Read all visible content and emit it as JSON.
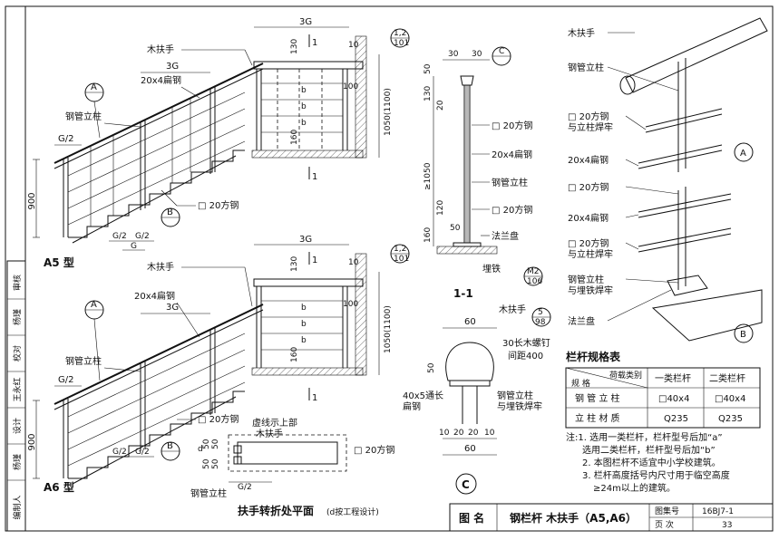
{
  "side_panel": {
    "labels": [
      "审核",
      "杨瑾",
      "校对",
      "王永红",
      "设计",
      "杨瑾",
      "编制人"
    ]
  },
  "views": {
    "a5": {
      "type": "A5 型",
      "handrail": "木扶手",
      "post": "钢管立柱",
      "flat_steel": "20x4扁钢",
      "square_steel": "□ 20方钢",
      "dim_3g": "3G",
      "dim_g2": "G/2",
      "dim_g": "G",
      "dim_900": "900",
      "callout_a": "A",
      "callout_b": "B"
    },
    "a6": {
      "type": "A6 型",
      "handrail": "木扶手",
      "post": "钢管立柱",
      "flat_steel": "20x4扁钢",
      "square_steel": "□ 20方钢",
      "dim_3g": "3G",
      "dim_g2": "G/2",
      "dim_900": "900",
      "callout_a": "A",
      "callout_b": "B"
    },
    "elevation": {
      "dim_3g": "3G",
      "dim_130": "130",
      "dim_10": "10",
      "dim_100": "100",
      "dim_160": "160",
      "dim_1050": "1050(1100)",
      "ref_top": "1,2",
      "ref_bottom": "101",
      "section": "1",
      "b": "b"
    },
    "section_11": {
      "title": "1-1",
      "dim_30": "30",
      "dim_50": "50",
      "dim_130": "130",
      "dim_20": "20",
      "dim_120": "120",
      "dim_160": "160",
      "dim_1050": "≥1050",
      "labels": [
        "□ 20方钢",
        "20x4扁钢",
        "钢管立柱",
        "□ 20方钢",
        "法兰盘"
      ],
      "embed": "埋铁",
      "embed_ref_top": "M2",
      "embed_ref_bottom": "106",
      "callout_c": "C"
    },
    "detail_c": {
      "callout": "C",
      "handrail": "木扶手",
      "ref_top": "5",
      "ref_bottom": "98",
      "dim_60": "60",
      "dim_50": "50",
      "screw_note": "30长木螺钉",
      "screw_spacing": "间距400",
      "flat_note_1": "40x5通长",
      "flat_note_2": "扁钢",
      "post_note_1": "钢管立柱",
      "post_note_2": "与埋铁焊牢",
      "dims_row": [
        "10",
        "20",
        "20",
        "10"
      ]
    },
    "turn_plan": {
      "title": "扶手转折处平面",
      "note": "(d按工程设计)",
      "dashed_note_1": "虚线示上部",
      "dashed_note_2": "木扶手",
      "square": "□ 20方钢",
      "post": "钢管立柱",
      "d": "d",
      "dims": [
        "50",
        "50",
        "50",
        "50"
      ],
      "g2": "G/2"
    },
    "iso": {
      "handrail": "木扶手",
      "post": "钢管立柱",
      "sq_weld_1": "□ 20方钢",
      "sq_weld_2": "与立柱焊牢",
      "flat": "20x4扁钢",
      "square": "□ 20方钢",
      "flat_b": "20x4扁钢",
      "sq_weld_b1": "□ 20方钢",
      "sq_weld_b2": "与立柱焊牢",
      "post_b1": "钢管立柱",
      "post_b2": "与埋铁焊牢",
      "flange": "法兰盘",
      "callout_a": "A",
      "callout_b": "B"
    }
  },
  "spec_table": {
    "title": "栏杆规格表",
    "diag_top": "荷载类别",
    "diag_bottom": "规  格",
    "headers": [
      "一类栏杆",
      "二类栏杆"
    ],
    "rows": [
      {
        "label": "钢 管 立 柱",
        "values": [
          "□40x4",
          "□40x4"
        ]
      },
      {
        "label": "立 柱 材 质",
        "values": [
          "Q235",
          "Q235"
        ]
      }
    ]
  },
  "notes": [
    "注:1. 选用一类栏杆，栏杆型号后加“a”",
    "选用二类栏杆，栏杆型号后加“b”",
    "2. 本图栏杆不适宜中小学校建筑。",
    "3. 栏杆高度括号内尺寸用于临空高度",
    "≥24m以上的建筑。"
  ],
  "title_block": {
    "label": "图 名",
    "name": "钢栏杆 木扶手（A5,A6）",
    "atlas_label": "图集号",
    "atlas_no": "16BJ7-1",
    "page_label": "页  次",
    "page_no": "33"
  }
}
